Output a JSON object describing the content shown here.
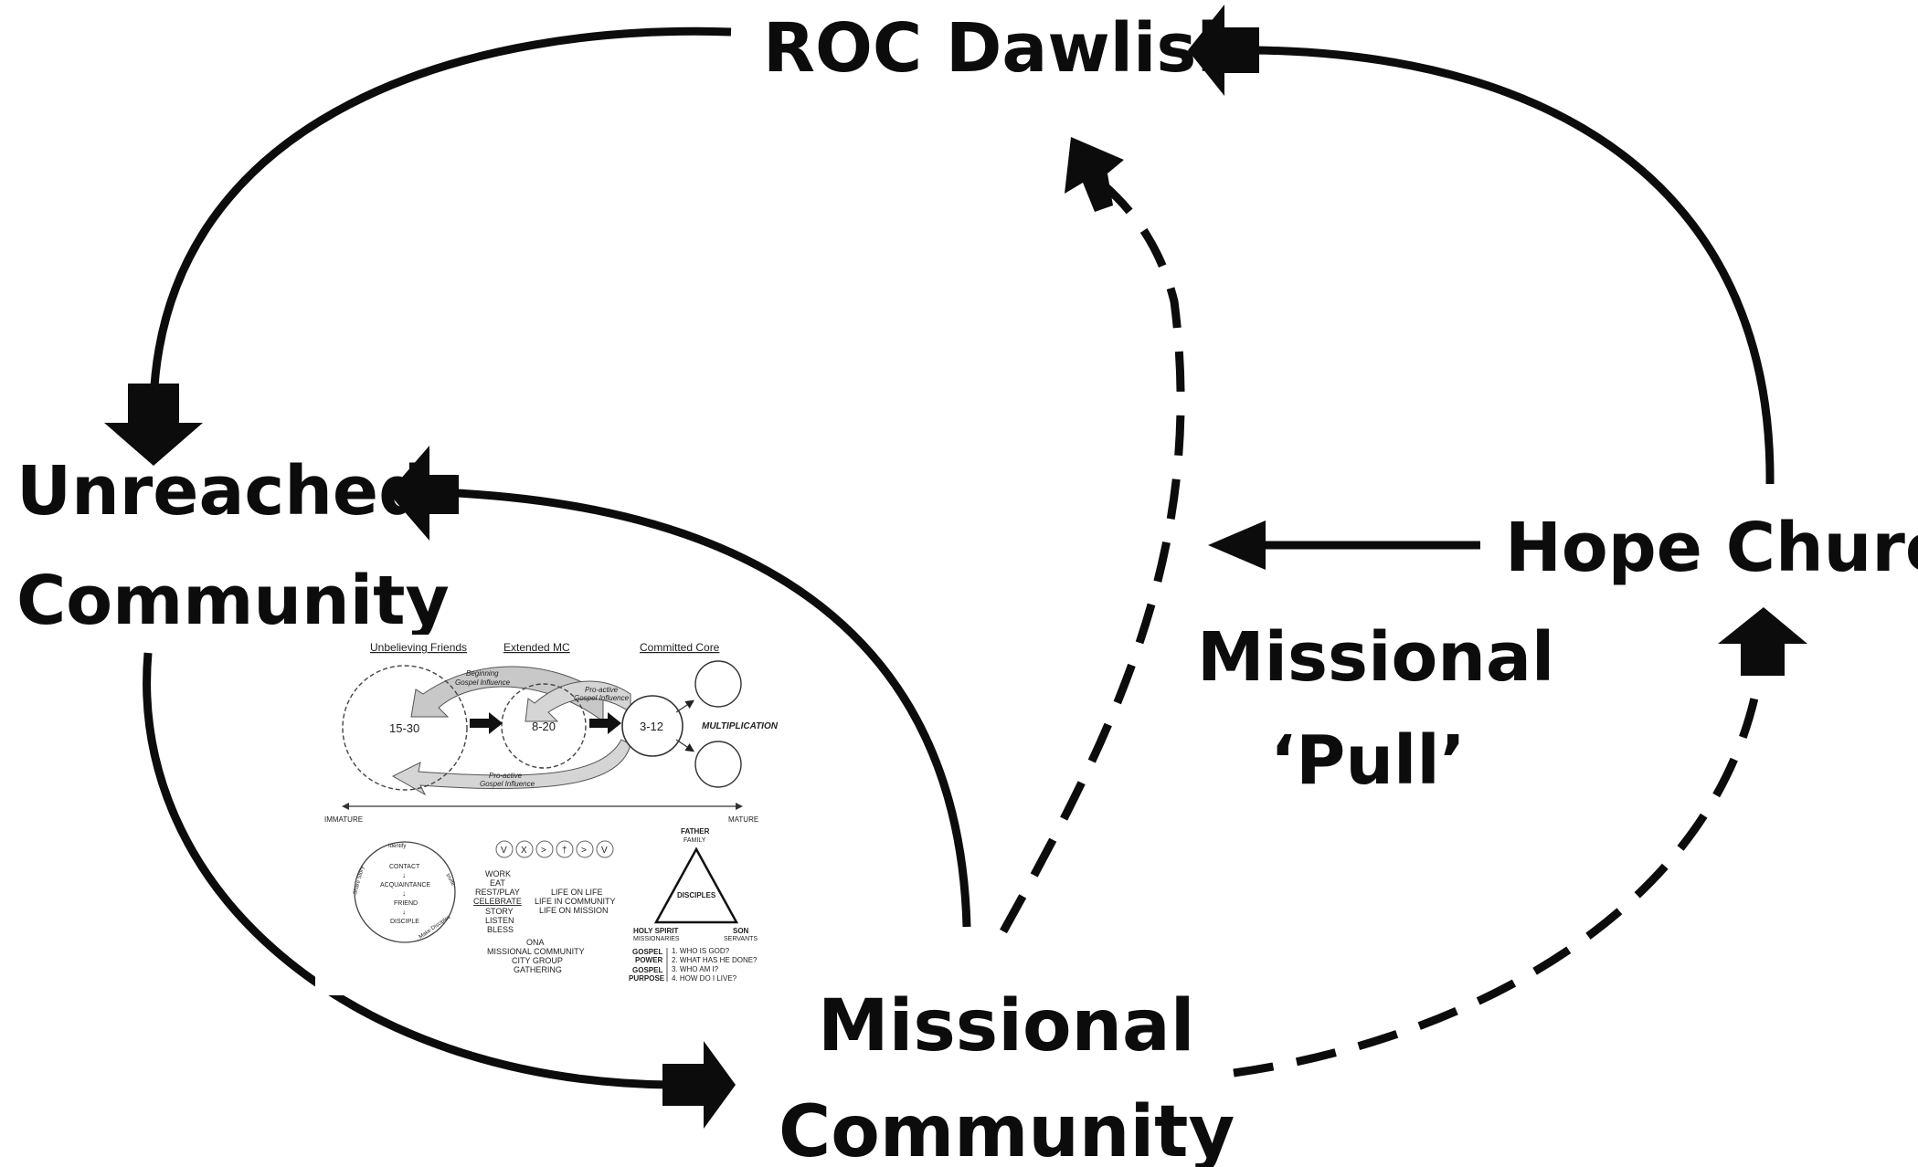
{
  "labels": {
    "roc_dawlish": "ROC Dawlish",
    "unreached_1": "Unreached",
    "unreached_2": "Community",
    "hope_church": "Hope Church",
    "pull_1": "Missional",
    "pull_2": "‘Pull’",
    "mc_1": "Missional",
    "mc_2": "Community"
  },
  "inset": {
    "col_headers": [
      "Unbelieving Friends",
      "Extended MC",
      "Committed Core"
    ],
    "circle_values": [
      "15-30",
      "8-20",
      "3-12"
    ],
    "multiplication": "MULTIPLICATION",
    "influence_beginning_1": "Beginning",
    "influence_beginning_2": "Gospel Influence",
    "influence_proactive_1": "Pro-active",
    "influence_proactive_2": "Gospel Influence",
    "axis_left": "IMMATURE",
    "axis_right": "MATURE",
    "cycle": [
      "CONTACT",
      "ACQUAINTANCE",
      "FRIEND",
      "DISCIPLE"
    ],
    "cycle_outer": [
      "Identify",
      "Invite",
      "Share Story",
      "Make Disciples"
    ],
    "symbols": [
      "V",
      "X",
      ">",
      "†",
      ">",
      "V"
    ],
    "rhythms": [
      "WORK",
      "EAT",
      "REST/PLAY",
      "CELEBRATE",
      "STORY",
      "LISTEN",
      "BLESS"
    ],
    "life": [
      "LIFE ON LIFE",
      "LIFE IN COMMUNITY",
      "LIFE ON MISSION"
    ],
    "structure": [
      "ONA",
      "MISSIONAL COMMUNITY",
      "CITY GROUP",
      "GATHERING"
    ],
    "triangle_top_1": "FATHER",
    "triangle_top_2": "FAMILY",
    "triangle_center": "DISCIPLES",
    "triangle_left_1": "HOLY SPIRIT",
    "triangle_left_2": "MISSIONARIES",
    "triangle_right_1": "SON",
    "triangle_right_2": "SERVANTS",
    "gospel_power": [
      "GOSPEL",
      "POWER"
    ],
    "gospel_purpose": [
      "GOSPEL",
      "PURPOSE"
    ],
    "questions": [
      "1. WHO IS GOD?",
      "2. WHAT HAS HE DONE?",
      "3. WHO AM I?",
      "4. HOW DO I LIVE?"
    ]
  },
  "colors": {
    "ink": "#0c0c0c",
    "inset_gray": "#c8c8c8"
  }
}
